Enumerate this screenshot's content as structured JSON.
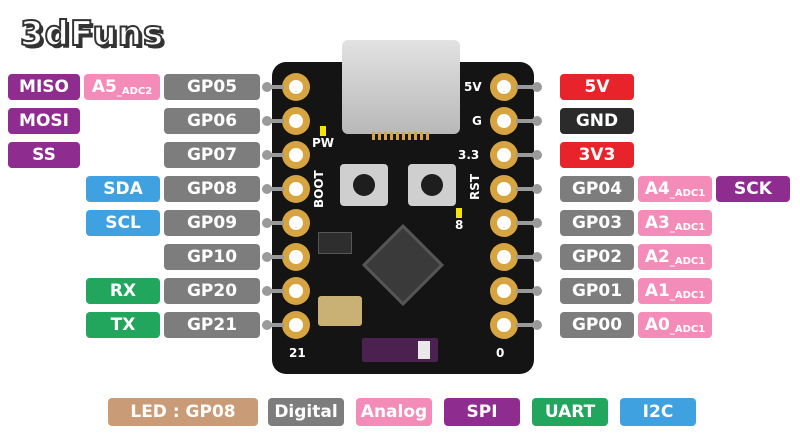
{
  "logo": "3dFuns",
  "board": {
    "pw_label": "PW",
    "boot_label": "BOOT",
    "rst_label": "RST",
    "led_pin_label": "8",
    "bottom_left_label": "21",
    "bottom_right_label": "0",
    "pin_5v": "5V",
    "pin_g": "G",
    "pin_33": "3.3"
  },
  "left_pins": [
    {
      "gpio": "GP05",
      "extras": [
        "MISO",
        "A5_ADC2"
      ]
    },
    {
      "gpio": "GP06",
      "extras": [
        "MOSI"
      ]
    },
    {
      "gpio": "GP07",
      "extras": [
        "SS"
      ]
    },
    {
      "gpio": "GP08",
      "extras": [
        "SDA"
      ]
    },
    {
      "gpio": "GP09",
      "extras": [
        "SCL"
      ]
    },
    {
      "gpio": "GP10",
      "extras": []
    },
    {
      "gpio": "GP20",
      "extras": [
        "RX"
      ]
    },
    {
      "gpio": "GP21",
      "extras": [
        "TX"
      ]
    }
  ],
  "right_pins": [
    {
      "label": "5V"
    },
    {
      "label": "GND"
    },
    {
      "label": "3V3"
    },
    {
      "gpio": "GP04",
      "analog": "A4",
      "analog_sub": "ADC1",
      "extra": "SCK"
    },
    {
      "gpio": "GP03",
      "analog": "A3",
      "analog_sub": "ADC1"
    },
    {
      "gpio": "GP02",
      "analog": "A2",
      "analog_sub": "ADC1"
    },
    {
      "gpio": "GP01",
      "analog": "A1",
      "analog_sub": "ADC1"
    },
    {
      "gpio": "GP00",
      "analog": "A0",
      "analog_sub": "ADC1"
    }
  ],
  "left_extra_texts": {
    "miso": "MISO",
    "a5": "A5",
    "a5_sub": "_ADC2",
    "mosi": "MOSI",
    "ss": "SS",
    "sda": "SDA",
    "scl": "SCL",
    "rx": "RX",
    "tx": "TX"
  },
  "legend": [
    "LED : GP08",
    "Digital",
    "Analog",
    "SPI",
    "UART",
    "I2C"
  ],
  "colors": {
    "gpio": "#7d7d7d",
    "spi": "#8e2c8f",
    "analog": "#f48cb9",
    "i2c": "#3fa1e0",
    "uart": "#22a55c",
    "power": "#e8232a",
    "ground": "#2b2b2b",
    "led": "#c99c77",
    "pad": "#d6a441"
  }
}
